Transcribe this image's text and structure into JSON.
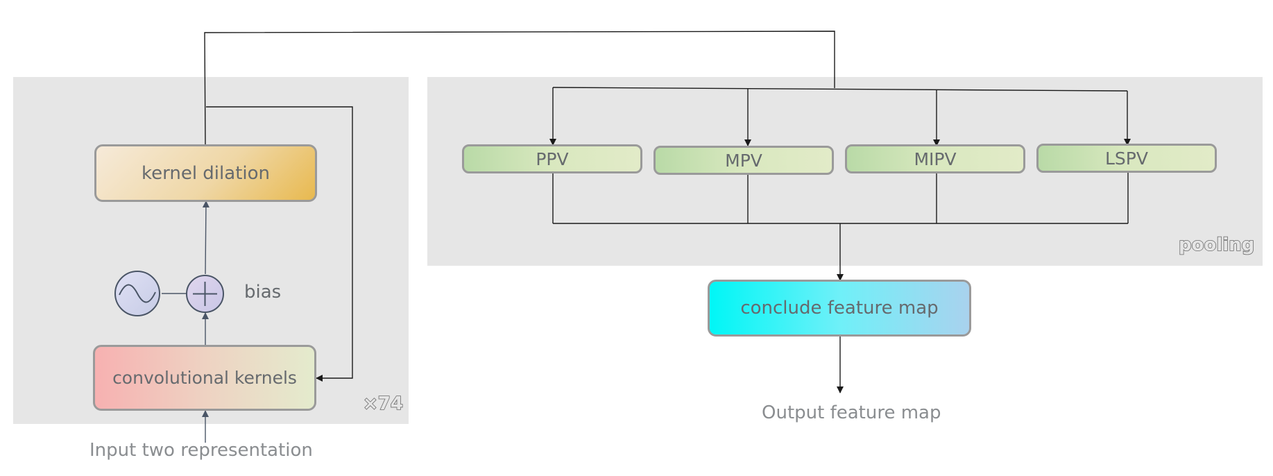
{
  "left_block": {
    "dilation_label": "kernel dilation",
    "conv_label": "convolutional kernels",
    "bias_label": "bias",
    "repeat_tag": "×74",
    "input_label": "Input two representation",
    "activation_icon": "sine-wave-icon",
    "sum_icon": "plus-icon"
  },
  "pooling_block": {
    "tag": "pooling",
    "pools": [
      {
        "label": "PPV"
      },
      {
        "label": "MPV"
      },
      {
        "label": "MIPV"
      },
      {
        "label": "LSPV"
      }
    ]
  },
  "conclude_label": "conclude feature map",
  "output_label": "Output feature map",
  "colors": {
    "panel": "#e6e6e6",
    "dilation_gradient": [
      "#f6ead9",
      "#e8b94f"
    ],
    "conv_gradient": [
      "#f7b1b1",
      "#e4ebcd"
    ],
    "pool_gradient": [
      "#b9daa7",
      "#e2ebc8"
    ],
    "conclude_gradient": [
      "#00f6f6",
      "#a9d2ee"
    ],
    "circle_fill": "#c9c6e6"
  }
}
